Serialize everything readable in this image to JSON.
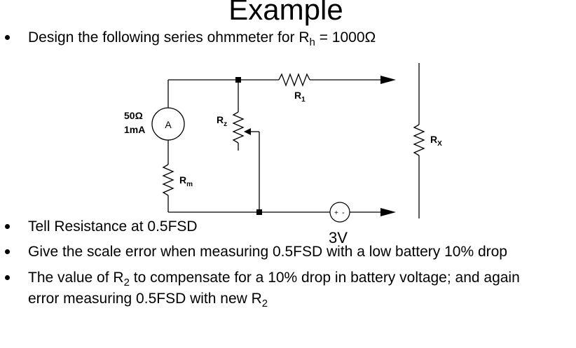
{
  "slide": {
    "title": "Example",
    "bullets": [
      {
        "pre": "Design the following series ohmmeter for R",
        "sub": "h",
        "post": " = 1000Ω"
      },
      {
        "text": "Tell Resistance at 0.5FSD"
      },
      {
        "text": "Give the scale error when measuring 0.5FSD with a low battery  10% drop"
      },
      {
        "l1_pre": "The value of R",
        "l1_sub": "2",
        "l1_post": " to compensate for a 10% drop in battery voltage; and again",
        "l2_pre": "error measuring 0.5FSD with new R",
        "l2_sub": "2"
      }
    ]
  },
  "circuit": {
    "meter_label_1": "50Ω",
    "meter_label_2": "1mA",
    "meter_symbol": "A",
    "r1_main": "R",
    "r1_sub": "1",
    "rz_main": "R",
    "rz_sub": "z",
    "rm_main": "R",
    "rm_sub": "m",
    "rx_main": "R",
    "rx_sub": "X",
    "battery_plus": "+",
    "battery_minus": "-",
    "battery_label": "3V"
  }
}
